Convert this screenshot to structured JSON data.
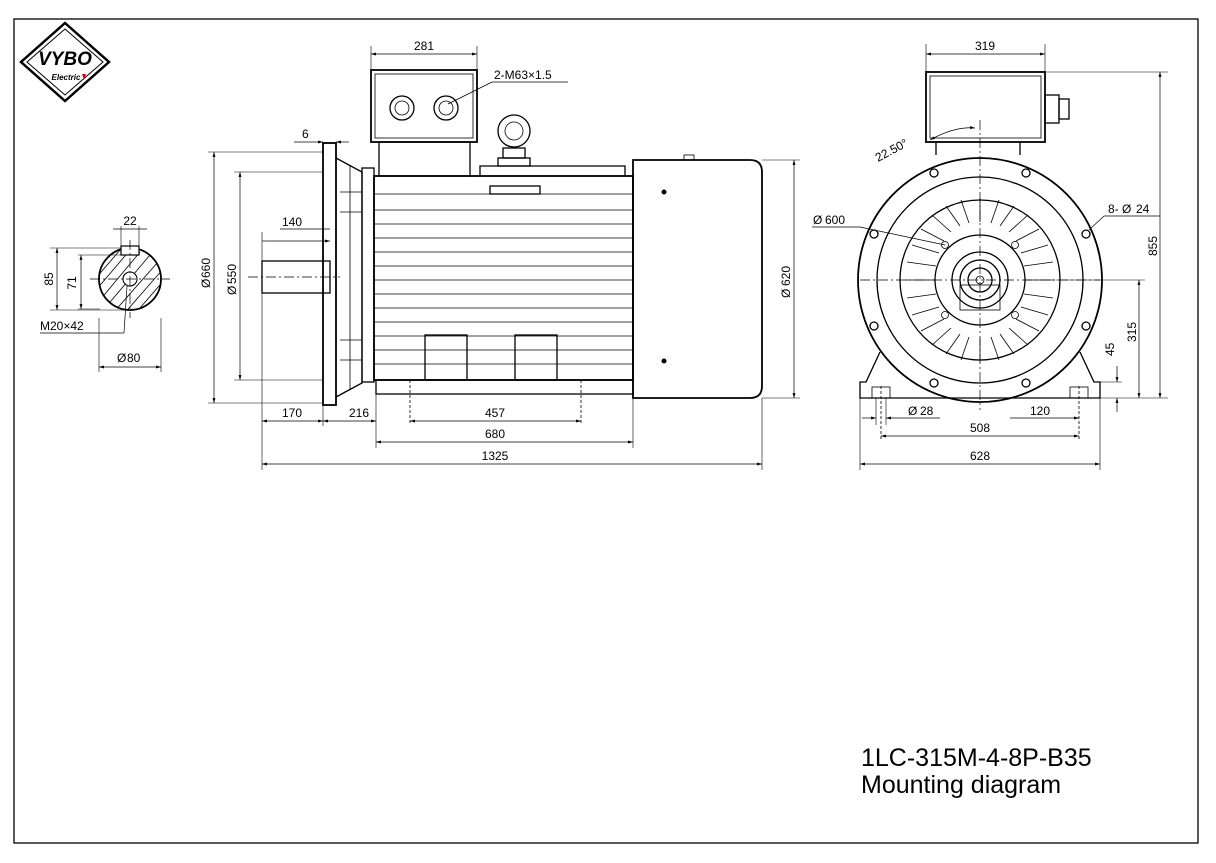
{
  "logo": {
    "brand": "VYBO",
    "sub": "Electric"
  },
  "title": {
    "line1": "1LC-315M-4-8P-B35",
    "line2": "Mounting diagram"
  },
  "shaft_view": {
    "key_width": "22",
    "height_85": "85",
    "height_71": "71",
    "thread": "M20×42",
    "diameter": "80"
  },
  "side_view": {
    "box_width": "281",
    "gland": "2-M63×1.5",
    "flange_thickness": "6",
    "shaft_140": "140",
    "dia_660": "660",
    "dia_550": "550",
    "dia_620": "620",
    "len_170": "170",
    "len_216": "216",
    "len_457": "457",
    "len_680": "680",
    "len_1325": "1325"
  },
  "end_view": {
    "box_width": "319",
    "angle": "22.50°",
    "dia_600": "600",
    "holes": "8-",
    "holes_dia": "24",
    "height_855": "855",
    "height_315": "315",
    "foot_45": "45",
    "foot_hole": "28",
    "dim_120": "120",
    "dim_508": "508",
    "dim_628": "628"
  }
}
